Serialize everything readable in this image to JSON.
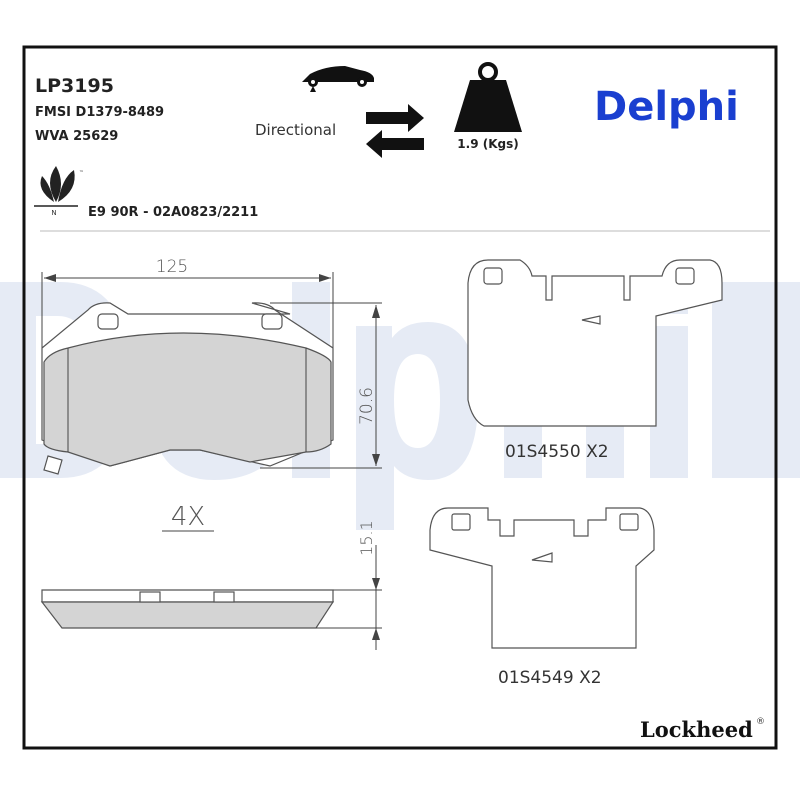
{
  "header": {
    "part_number": "LP3195",
    "fmsi": "FMSI D1379-8489",
    "wva": "WVA 25629",
    "directional_label": "Directional",
    "weight": "1.9 (Kgs)",
    "certification": "E9 90R - 02A0823/2211",
    "eco_mark_letter": "N",
    "eco_mark_tm": "™"
  },
  "brand": {
    "name": "Delphi",
    "color": "#1a3fd0",
    "watermark": "Delphi",
    "watermark_color": "#e6ebf5"
  },
  "drawing": {
    "width_dim": "125",
    "height_dim": "70.6",
    "thickness_dim": "15.1",
    "quantity": "4X"
  },
  "shims": [
    {
      "code": "01S4550 X2"
    },
    {
      "code": "01S4549 X2"
    }
  ],
  "footer": {
    "brand": "Lockheed",
    "reg": "®"
  },
  "icons": [
    "car-icon",
    "directional-arrows-icon",
    "weight-icon",
    "eco-leaf-icon"
  ]
}
